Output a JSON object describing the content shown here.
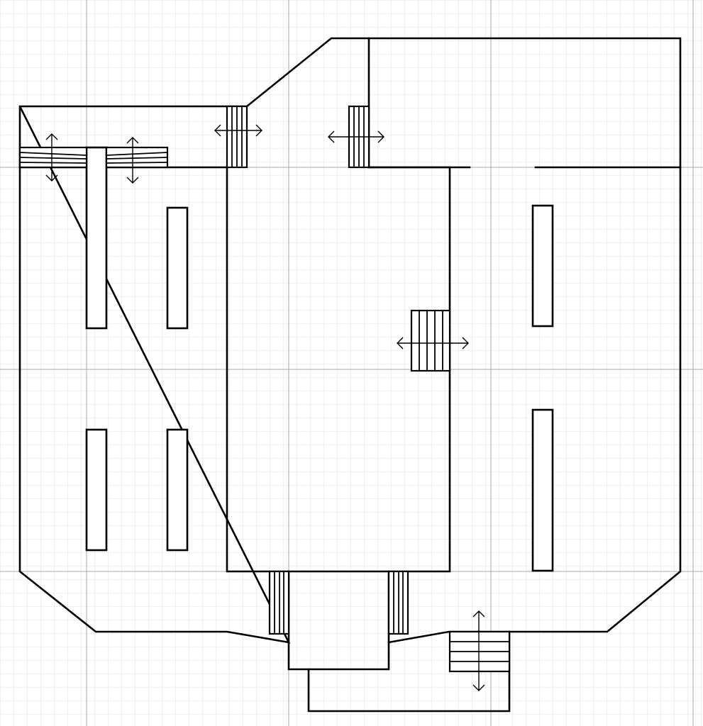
{
  "canvas": {
    "background": "#ffffff",
    "grid_minor_color": "#d6d6d6",
    "grid_major_color": "#a8a8a8",
    "wall_color": "#000000"
  },
  "plan": {
    "label_text": "",
    "shelves": [
      {
        "id": "shelf-west-1"
      },
      {
        "id": "shelf-west-2"
      },
      {
        "id": "shelf-west-3"
      },
      {
        "id": "shelf-west-4"
      },
      {
        "id": "shelf-east-1"
      },
      {
        "id": "shelf-east-2"
      }
    ],
    "stairs": [
      {
        "id": "stair-north-west",
        "direction": "horizontal"
      },
      {
        "id": "stair-west-platform",
        "direction": "vertical"
      },
      {
        "id": "stair-north-center",
        "direction": "horizontal"
      },
      {
        "id": "stair-center-east",
        "direction": "horizontal"
      },
      {
        "id": "stair-south-west",
        "direction": "none"
      },
      {
        "id": "stair-south-east",
        "direction": "none"
      },
      {
        "id": "stair-south-exit",
        "direction": "vertical"
      }
    ]
  }
}
